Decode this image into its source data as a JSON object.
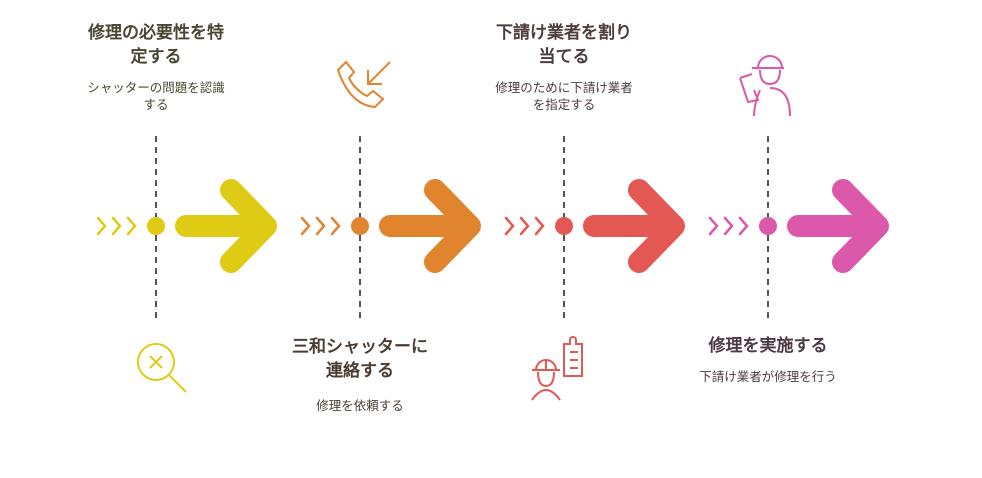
{
  "stages": [
    {
      "title": "修理の必要性を特定する",
      "description": "シャッターの問題を認識する",
      "color": "#dfcb14",
      "text_color": "#4a4632",
      "icon": "search-x-icon"
    },
    {
      "title": "三和シャッターに連絡する",
      "description": "修理を依頼する",
      "color": "#e0842e",
      "text_color": "#4b3d33",
      "icon": "phone-incoming-icon"
    },
    {
      "title": "下請け業者を割り当てる",
      "description": "修理のために下請け業者を指定する",
      "color": "#e45853",
      "text_color": "#4f3c3c",
      "icon": "worker-clipboard-icon"
    },
    {
      "title": "修理を実施する",
      "description": "下請け業者が修理を行う",
      "color": "#dc58aa",
      "text_color": "#4e3a47",
      "icon": "worker-tool-icon"
    }
  ]
}
